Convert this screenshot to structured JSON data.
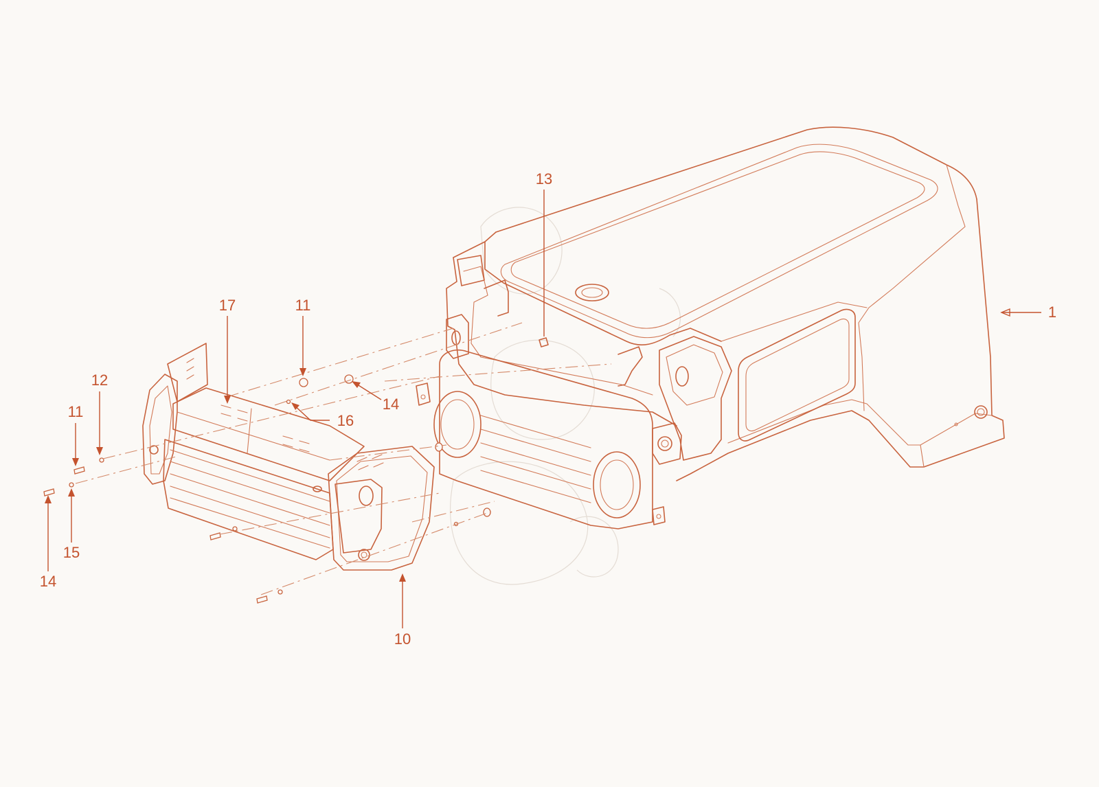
{
  "diagram": {
    "colors": {
      "line": "#c8633e",
      "label": "#c4532e",
      "background": "#fbf9f6"
    },
    "callouts": {
      "c1": "1",
      "c13": "13",
      "c17": "17",
      "c11a": "11",
      "c14a": "14",
      "c16": "16",
      "c12": "12",
      "c11b": "11",
      "c15": "15",
      "c14b": "14",
      "c10": "10"
    }
  }
}
